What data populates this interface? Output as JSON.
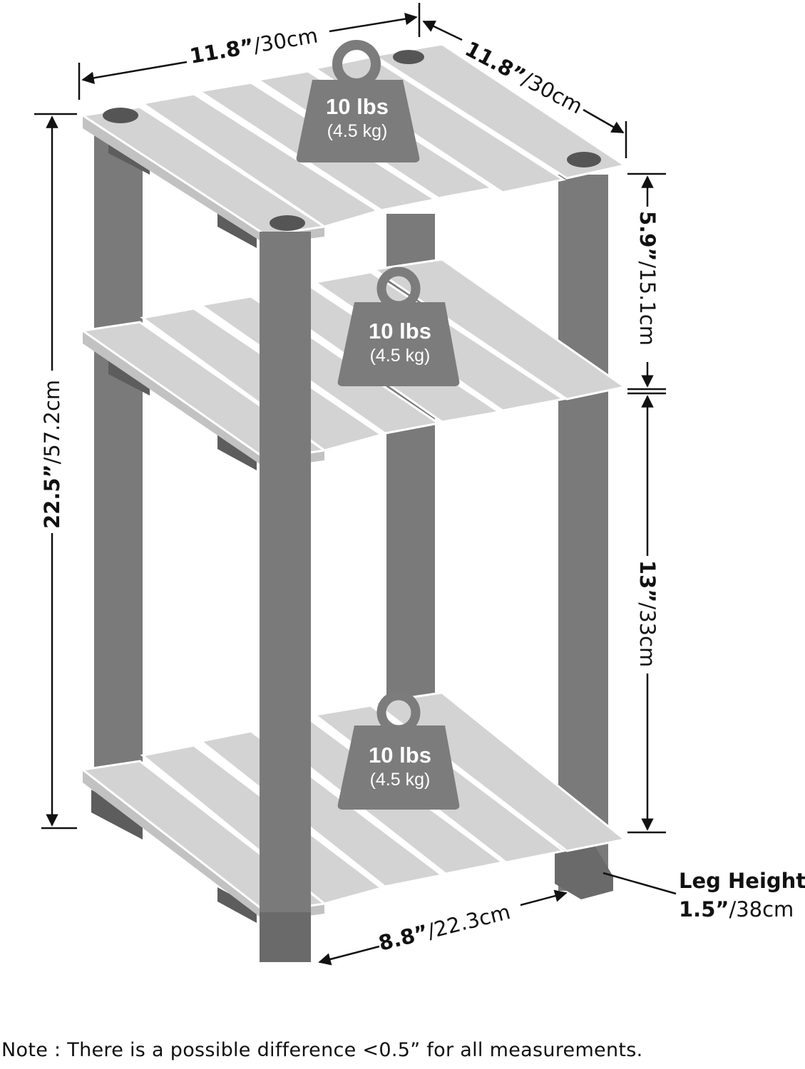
{
  "product": {
    "colors": {
      "leg": "#7a7a7a",
      "leg_dark": "#5d5d5d",
      "shelf": "#d3d3d3",
      "shelf_edge": "#c2c2c2",
      "weight": "#7c7c7c",
      "line": "#111111"
    }
  },
  "dimensions": {
    "top_width": {
      "imperial": "11.8”",
      "metric": "/30cm"
    },
    "top_depth": {
      "imperial": "11.8”",
      "metric": "/30cm"
    },
    "total_height": {
      "imperial": "22.5”",
      "metric": "/57.2cm"
    },
    "upper_gap": {
      "imperial": "5.9”",
      "metric": "/15.1cm"
    },
    "lower_gap": {
      "imperial": "13”",
      "metric": "/33cm"
    },
    "bottom_width": {
      "imperial": "8.8”",
      "metric": "/22.3cm"
    },
    "leg_height": {
      "label": "Leg Height",
      "imperial": "1.5”",
      "metric": "/38cm"
    }
  },
  "weights": [
    {
      "main": "10 lbs",
      "sub": "(4.5 kg)"
    },
    {
      "main": "10 lbs",
      "sub": "(4.5 kg)"
    },
    {
      "main": "10 lbs",
      "sub": "(4.5 kg)"
    }
  ],
  "note": "Note : There is a possible difference <0.5” for all measurements."
}
